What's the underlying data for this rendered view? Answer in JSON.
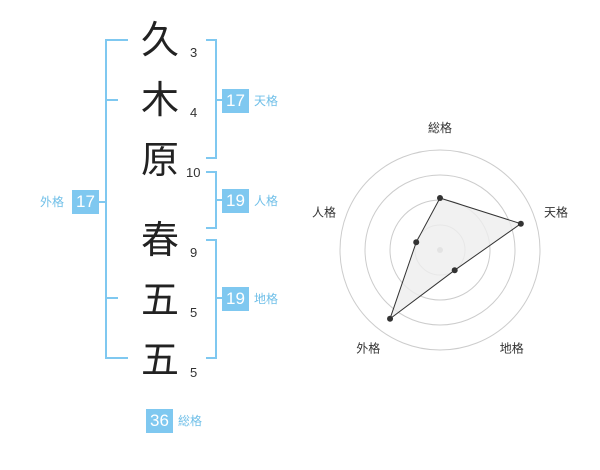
{
  "name": {
    "characters": [
      {
        "char": "久",
        "strokes": "3"
      },
      {
        "char": "木",
        "strokes": "4"
      },
      {
        "char": "原",
        "strokes": "10"
      },
      {
        "char": "春",
        "strokes": "9"
      },
      {
        "char": "五",
        "strokes": "5"
      },
      {
        "char": "五",
        "strokes": "5"
      }
    ]
  },
  "kakusu": {
    "tenkaku": {
      "value": "17",
      "label": "天格"
    },
    "jinkaku": {
      "value": "19",
      "label": "人格"
    },
    "chikaku": {
      "value": "19",
      "label": "地格"
    },
    "gaikaku": {
      "value": "17",
      "label": "外格"
    },
    "soukaku": {
      "value": "36",
      "label": "総格"
    }
  },
  "chart_data": {
    "type": "radar",
    "axes": [
      "総格",
      "天格",
      "地格",
      "外格",
      "人格"
    ],
    "values": [
      0.52,
      0.85,
      0.25,
      0.85,
      0.25
    ],
    "rings": 4,
    "colors": {
      "ring": "#cccccc",
      "fill": "#eeeeee",
      "stroke": "#333333",
      "point": "#333333",
      "center": "#bbbbbb"
    }
  }
}
